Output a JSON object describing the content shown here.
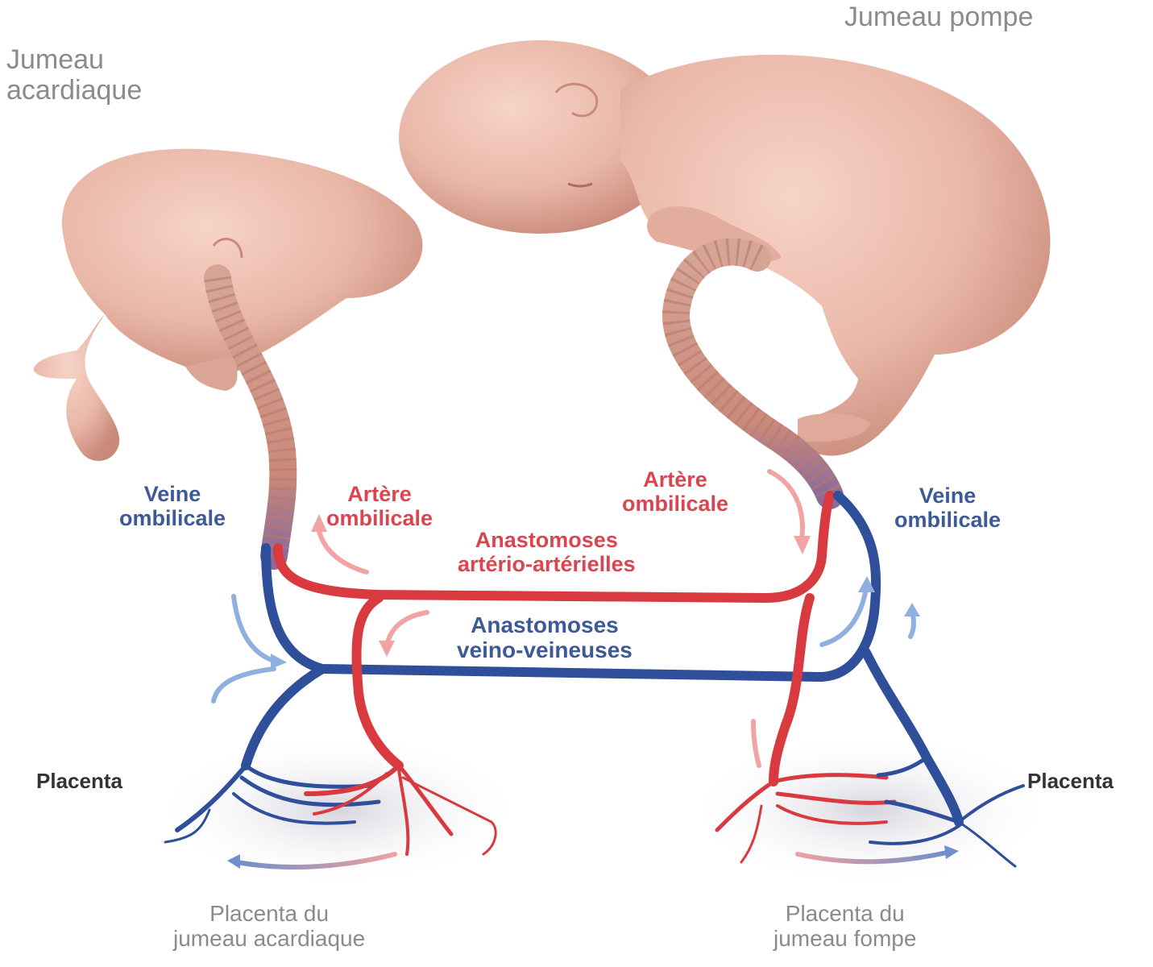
{
  "labels": {
    "twin_acardiac": "Jumeau\nacardiaque",
    "twin_pump": "Jumeau pompe",
    "vein_left": "Veine\nombilicale",
    "vein_right": "Veine\nombilicale",
    "artery_left": "Artère\nombilicale",
    "artery_right": "Artère\nombilicale",
    "anast_arterial": "Anastomoses\nartério-artérielles",
    "anast_venous": "Anastomoses\nveino-veineuses",
    "placenta_left": "Placenta",
    "placenta_right": "Placenta",
    "placenta_left_caption": "Placenta du\njumeau acardiaque",
    "placenta_right_caption": "Placenta du\njumeau fompe"
  },
  "colors": {
    "skin": "#e9b7a7",
    "skin_shadow": "#c98a7a",
    "artery": "#d83a3f",
    "vein": "#2f4f9a",
    "label_gray": "#8b8b8b",
    "label_blue": "#3c5a96",
    "label_red": "#d9464f"
  }
}
